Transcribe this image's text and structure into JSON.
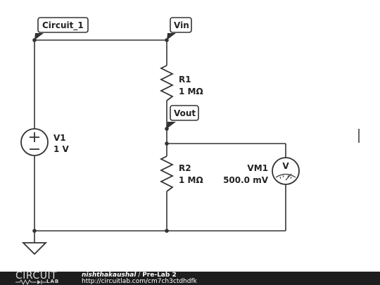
{
  "net_labels": {
    "circuit": "Circuit_1",
    "vin": "Vin",
    "vout": "Vout"
  },
  "components": {
    "v1": {
      "name": "V1",
      "value": "1 V"
    },
    "r1": {
      "name": "R1",
      "value": "1 MΩ"
    },
    "r2": {
      "name": "R2",
      "value": "1 MΩ"
    },
    "vm1": {
      "name": "VM1",
      "reading": "500.0 mV",
      "symbol": "V"
    }
  },
  "footer": {
    "logo_top": "CIRCUIT",
    "logo_bottom": "LAB",
    "user": "nishthakaushal",
    "separator": " / ",
    "title": "Pre-Lab 2",
    "url": "http://circuitlab.com/cm7ch3ctdhdfk"
  },
  "colors": {
    "wire": "#333333",
    "footer_bg": "#1e1e1e"
  }
}
